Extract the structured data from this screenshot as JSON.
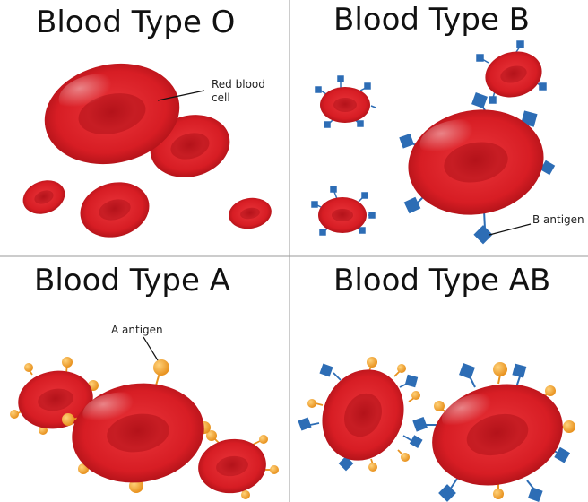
{
  "panels": {
    "o": {
      "title": "Blood Type O"
    },
    "b": {
      "title": "Blood Type B"
    },
    "a": {
      "title": "Blood Type A"
    },
    "ab": {
      "title": "Blood Type AB"
    }
  },
  "labels": {
    "red_blood_cell_line1": "Red blood",
    "red_blood_cell_line2": "cell",
    "b_antigen": "B antigen",
    "a_antigen": "A antigen"
  },
  "colors": {
    "cell": "#d81f26",
    "cell_dark": "#9e0f14",
    "a_antigen": "#f5a833",
    "b_antigen": "#2d6db5",
    "divider": "#9a9a9a"
  },
  "icons": {
    "a_antigen": "orange-ball-on-stem",
    "b_antigen": "blue-square-on-stem"
  }
}
